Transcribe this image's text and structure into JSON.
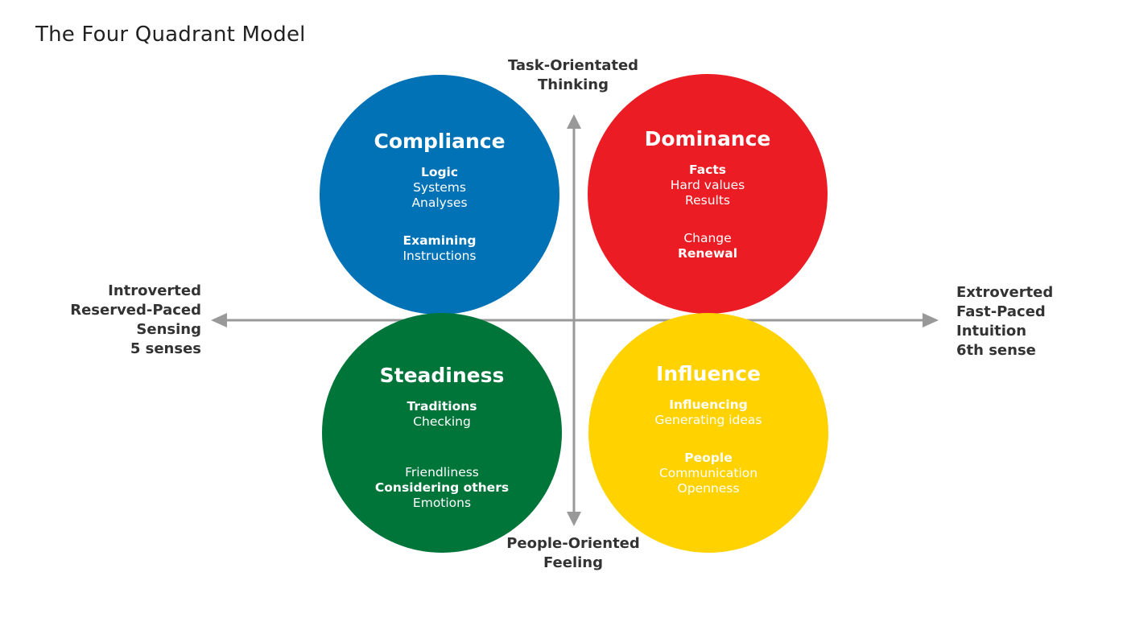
{
  "title": "The Four Quadrant Model",
  "colors": {
    "compliance": "#0072b5",
    "dominance": "#ec1c24",
    "steadiness": "#00753a",
    "influence": "#ffd200",
    "axis": "#999999"
  },
  "axes": {
    "top": [
      "Task-Orientated",
      "Thinking"
    ],
    "bottom": [
      "People-Oriented",
      "Feeling"
    ],
    "left": [
      "Introverted",
      "Reserved-Paced",
      "Sensing",
      "5 senses"
    ],
    "right": [
      "Extroverted",
      "Fast-Paced",
      "Intuition",
      "6th sense"
    ]
  },
  "quadrants": {
    "compliance": {
      "title": "Compliance",
      "group1": [
        "Logic",
        "Systems",
        "Analyses"
      ],
      "group2": [
        "Examining",
        "Instructions"
      ]
    },
    "dominance": {
      "title": "Dominance",
      "group1": [
        "Facts",
        "Hard values",
        "Results"
      ],
      "group2": [
        "Change",
        "Renewal"
      ]
    },
    "steadiness": {
      "title": "Steadiness",
      "group1": [
        "Traditions",
        "Checking"
      ],
      "group2": [
        "Friendliness",
        "Considering others",
        "Emotions"
      ]
    },
    "influence": {
      "title": "Influence",
      "group1": [
        "Influencing",
        "Generating ideas"
      ],
      "group2": [
        "People",
        "Communication",
        "Openness"
      ]
    }
  }
}
